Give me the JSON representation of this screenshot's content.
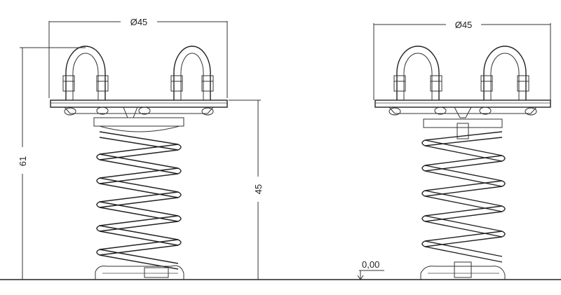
{
  "drawing": {
    "views": [
      {
        "id": "front",
        "dimensions": {
          "top_diameter": "Ø45",
          "overall_height": "61",
          "seat_height": "45"
        }
      },
      {
        "id": "side",
        "dimensions": {
          "top_diameter": "Ø45",
          "ground_level": "0,00"
        }
      }
    ],
    "colors": {
      "line": "#222222",
      "background": "#ffffff"
    }
  }
}
